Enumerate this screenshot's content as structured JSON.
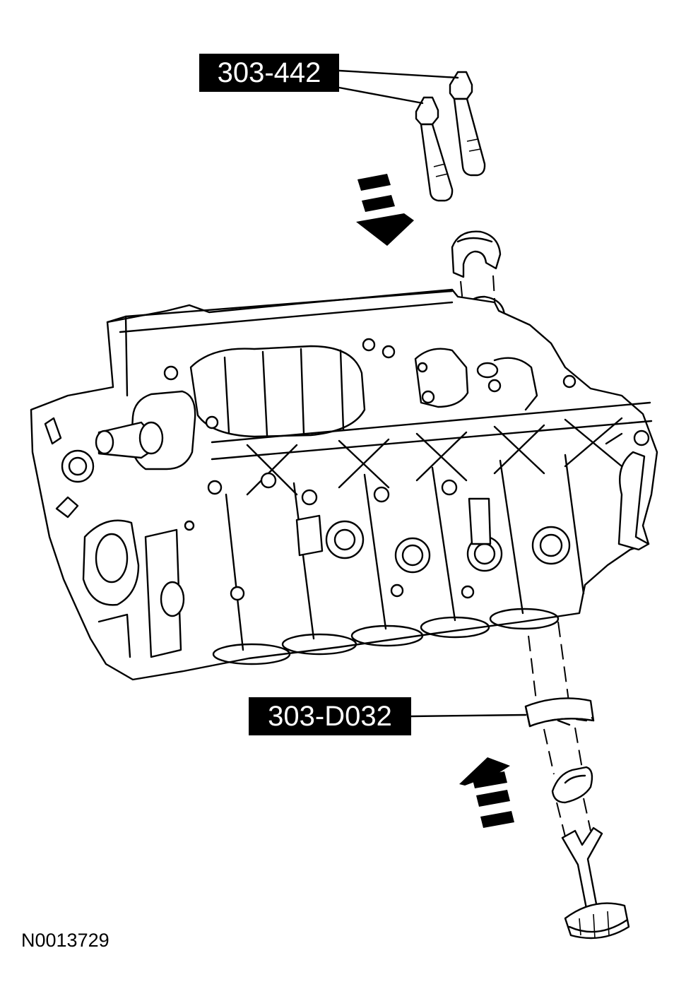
{
  "callouts": {
    "tool_top": "303-442",
    "tool_bottom": "303-D032"
  },
  "figure_id": "N0013729",
  "colors": {
    "line": "#000000",
    "background": "#ffffff",
    "callout_bg": "#000000",
    "callout_text": "#ffffff"
  },
  "arrows": {
    "top": "down-left",
    "bottom": "up-right"
  }
}
